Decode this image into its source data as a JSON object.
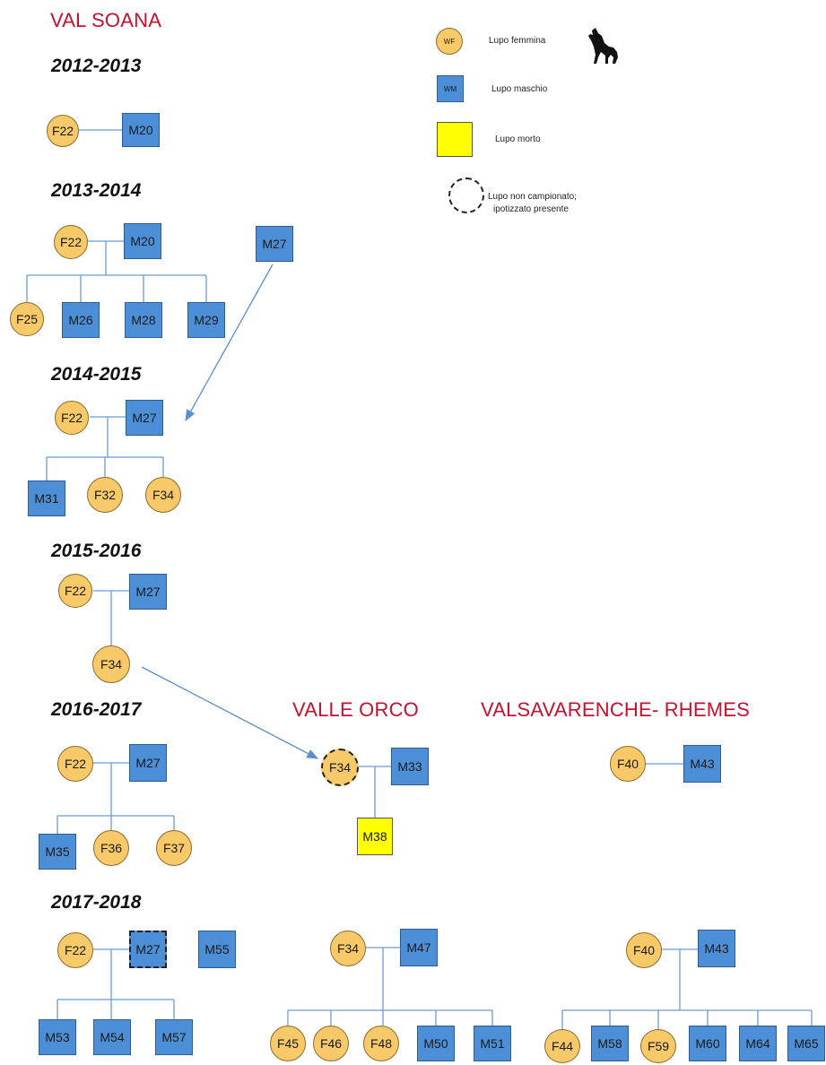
{
  "regions": {
    "val_soana": "VAL SOANA",
    "valle_orco": "VALLE ORCO",
    "valsavarenche": "VALSAVARENCHE- RHEMES"
  },
  "years": [
    "2012-2013",
    "2013-2014",
    "2014-2015",
    "2015-2016",
    "2016-2017",
    "2017-2018"
  ],
  "legend": {
    "female_symbol": "WF",
    "female_label": "Lupo femmina",
    "male_symbol": "WM",
    "male_label": "Lupo maschio",
    "dead_label": "Lupo morto",
    "unsampled_line1": "Lupo non campionato;",
    "unsampled_line2": "ipotizzato presente",
    "wolf_icon": "howling-wolf-icon"
  },
  "colors": {
    "female": "#f7c969",
    "male": "#4d8fd6",
    "dead": "#ffff00",
    "region": "#c8102e",
    "line": "#6b9bd1"
  },
  "wolves": {
    "y2012_F22": "F22",
    "y2012_M20": "M20",
    "y2013_F22": "F22",
    "y2013_M20": "M20",
    "y2013_M27": "M27",
    "y2013_F25": "F25",
    "y2013_M26": "M26",
    "y2013_M28": "M28",
    "y2013_M29": "M29",
    "y2014_F22": "F22",
    "y2014_M27": "M27",
    "y2014_M31": "M31",
    "y2014_F32": "F32",
    "y2014_F34": "F34",
    "y2015_F22": "F22",
    "y2015_M27": "M27",
    "y2015_F34": "F34",
    "y2016_F22": "F22",
    "y2016_M27": "M27",
    "y2016_M35": "M35",
    "y2016_F36": "F36",
    "y2016_F37": "F37",
    "y2016o_F34": "F34",
    "y2016o_M33": "M33",
    "y2016o_M38": "M38",
    "y2016v_F40": "F40",
    "y2016v_M43": "M43",
    "y2017_F22": "F22",
    "y2017_M27": "M27",
    "y2017_M55": "M55",
    "y2017_M53": "M53",
    "y2017_M54": "M54",
    "y2017_M57": "M57",
    "y2017o_F34": "F34",
    "y2017o_M47": "M47",
    "y2017o_F45": "F45",
    "y2017o_F46": "F46",
    "y2017o_F48": "F48",
    "y2017o_M50": "M50",
    "y2017o_M51": "M51",
    "y2017v_F40": "F40",
    "y2017v_M43": "M43",
    "y2017v_F44": "F44",
    "y2017v_M58": "M58",
    "y2017v_F59": "F59",
    "y2017v_M60": "M60",
    "y2017v_M64": "M64",
    "y2017v_M65": "M65"
  }
}
